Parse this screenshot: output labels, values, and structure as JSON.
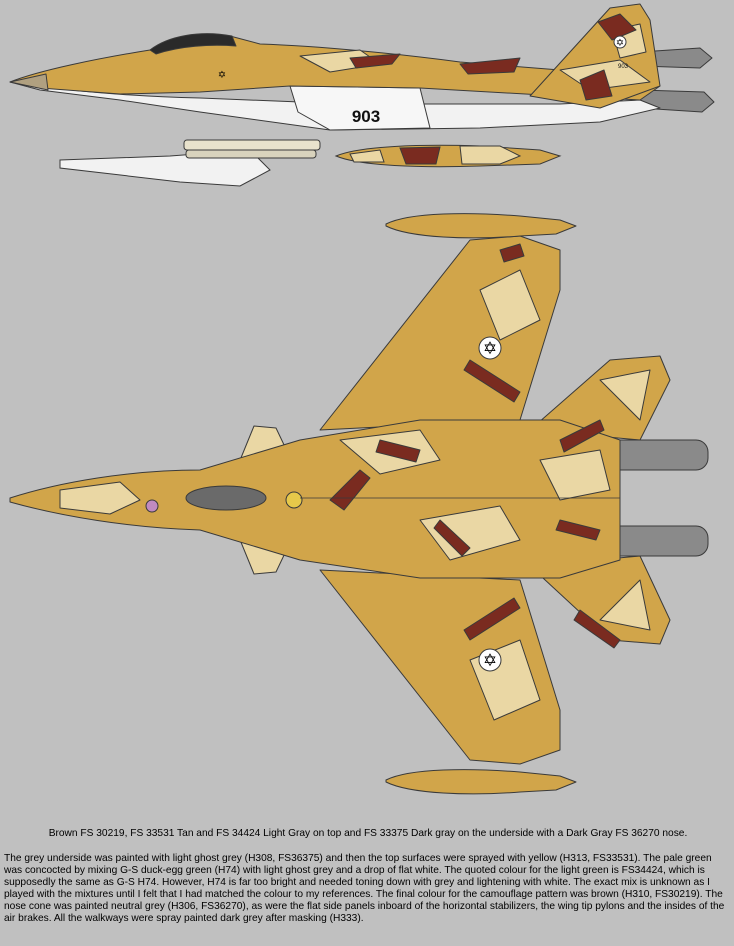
{
  "artwork": {
    "side_view_number": "903",
    "tail_number": "903",
    "icons": [
      "star-of-david-roundel-icon",
      "star-of-david-roundel-icon",
      "star-of-david-roundel-icon",
      "star-of-david-roundel-icon",
      "star-of-david-roundel-icon"
    ],
    "colors": {
      "background": "#c0c0c0",
      "tan": "#d1a54a",
      "light_sand": "#ead7a4",
      "brown": "#7a2b20",
      "outline": "#3a3a3a",
      "underside": "#f2f2f2",
      "nozzle": "#8a8a8a",
      "pale_green": "#cfe0b8"
    }
  },
  "caption": {
    "headline": "Brown FS 30219, FS 33531 Tan and FS 34424 Light Gray on top and FS 33375 Dark gray on the underside with a Dark Gray FS 36270 nose.",
    "body": "The grey underside was painted with light ghost grey (H308, FS36375) and then the top surfaces were sprayed with yellow (H313, FS33531). The pale green was concocted by mixing G-S duck-egg green (H74) with light ghost grey and a drop of flat white. The quoted colour for the light green is FS34424, which is supposedly the same as G-S H74. However, H74 is far too bright and needed toning down with grey and lightening with white. The exact mix is unknown as I played with the mixtures until I felt that I had matched the colour to my references. The final colour for the camouflage pattern was brown (H310, FS30219). The nose cone was painted neutral grey (H306, FS36270), as were the flat side panels inboard of the horizontal stabilizers, the wing tip pylons and the insides of the air brakes. All the walkways were spray painted dark grey after masking (H333)."
  }
}
